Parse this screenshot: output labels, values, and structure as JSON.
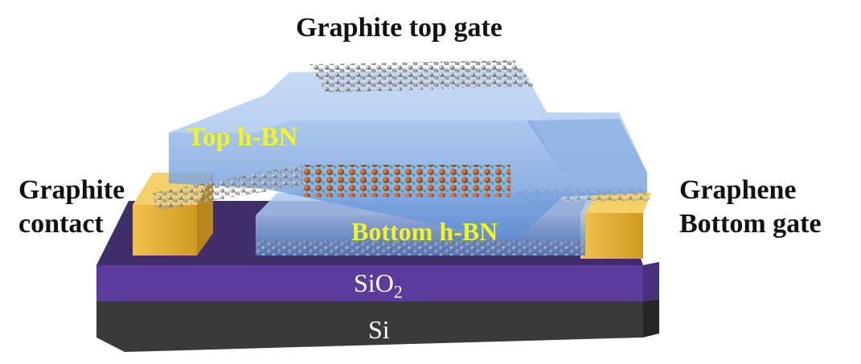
{
  "labels": {
    "top_gate": "Graphite top gate",
    "top_hbn": "Top h-BN",
    "bottom_hbn": "Bottom h-BN",
    "graphite_contact_line1": "Graphite",
    "graphite_contact_line2": "contact",
    "graphene_bottom_gate_line1": "Graphene",
    "graphene_bottom_gate_line2": "Bottom gate",
    "sio2_base": "SiO",
    "sio2_subscript": "2",
    "si": "Si"
  },
  "colors": {
    "si": "#3a3a3a",
    "sio2": "#5b3b9b",
    "hbn": "#8fb4e6",
    "gold_contact": "#e7b53a",
    "carbon_atom": "#8e8e8e",
    "boron_atom": "#c0551a",
    "nitrogen_atom": "#2ec3c9",
    "label_yellow": "#f5f51e"
  }
}
